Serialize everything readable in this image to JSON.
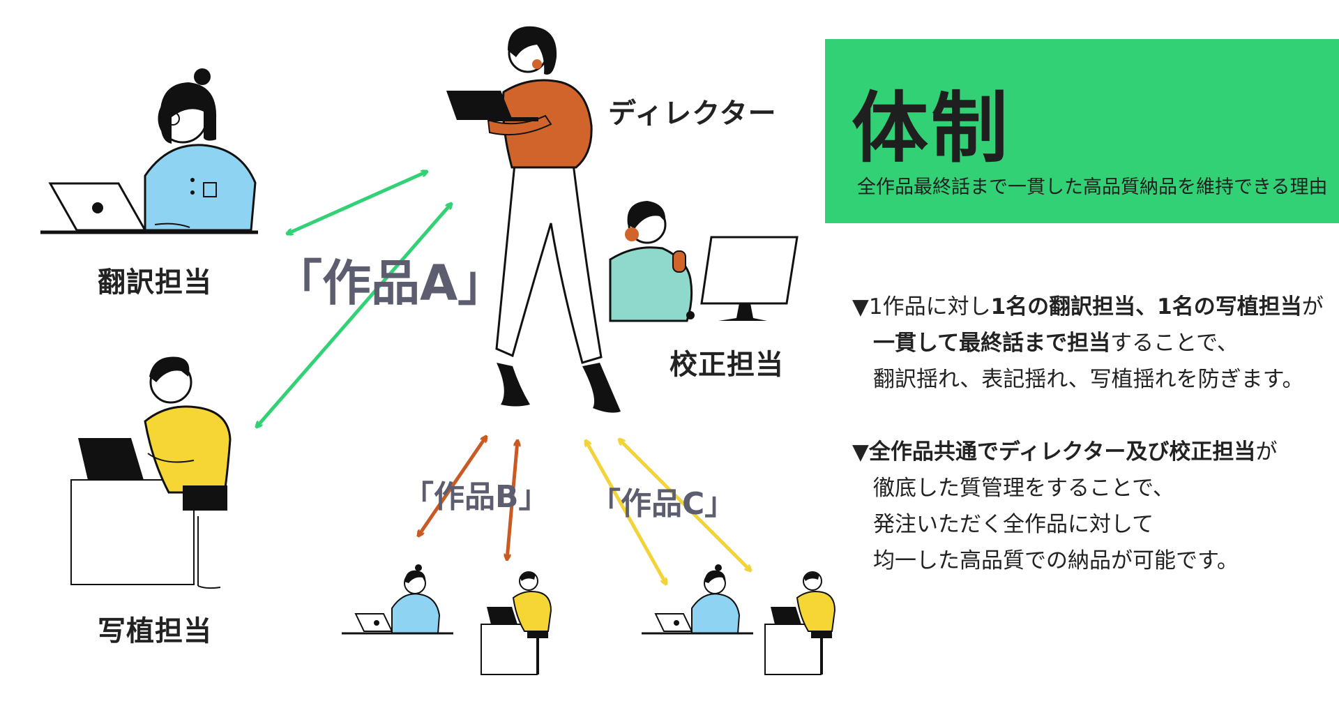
{
  "header": {
    "title": "体制",
    "subtitle": "全作品最終話まで一貫した高品質納品を維持できる理由"
  },
  "roles": {
    "director": "ディレクター",
    "translator": "翻訳担当",
    "typesetter": "写植担当",
    "proofreader": "校正担当"
  },
  "works": {
    "a": "「作品A」",
    "b": "「作品B」",
    "c": "「作品C」"
  },
  "description": {
    "p1": {
      "marker": "▼",
      "l1_a": "1作品に対し",
      "l1_b": "1名の翻訳担当",
      "l1_c": "、",
      "l1_d": "1名の写植担当",
      "l1_e": "が",
      "l2_a": "一貫して最終話まで担当",
      "l2_b": "することで、",
      "l3": "翻訳揺れ、表記揺れ、写植揺れを防ぎます。"
    },
    "p2": {
      "marker": "▼",
      "l1_a": "全作品共通でディレクター及び校正担当",
      "l1_b": "が",
      "l2": "徹底した質管理をすることで、",
      "l3": "発注いただく全作品に対して",
      "l4": "均一した高品質での納品が可能です。"
    }
  },
  "colors": {
    "accent_green": "#33d176",
    "arrow_green": "#33d176",
    "arrow_orange": "#c95a24",
    "arrow_yellow": "#f2d33a",
    "director_top": "#d0642a",
    "translator_shirt": "#8fd3f2",
    "typesetter_shirt": "#f6d635",
    "proofreader_shirt": "#8fd8cc"
  }
}
